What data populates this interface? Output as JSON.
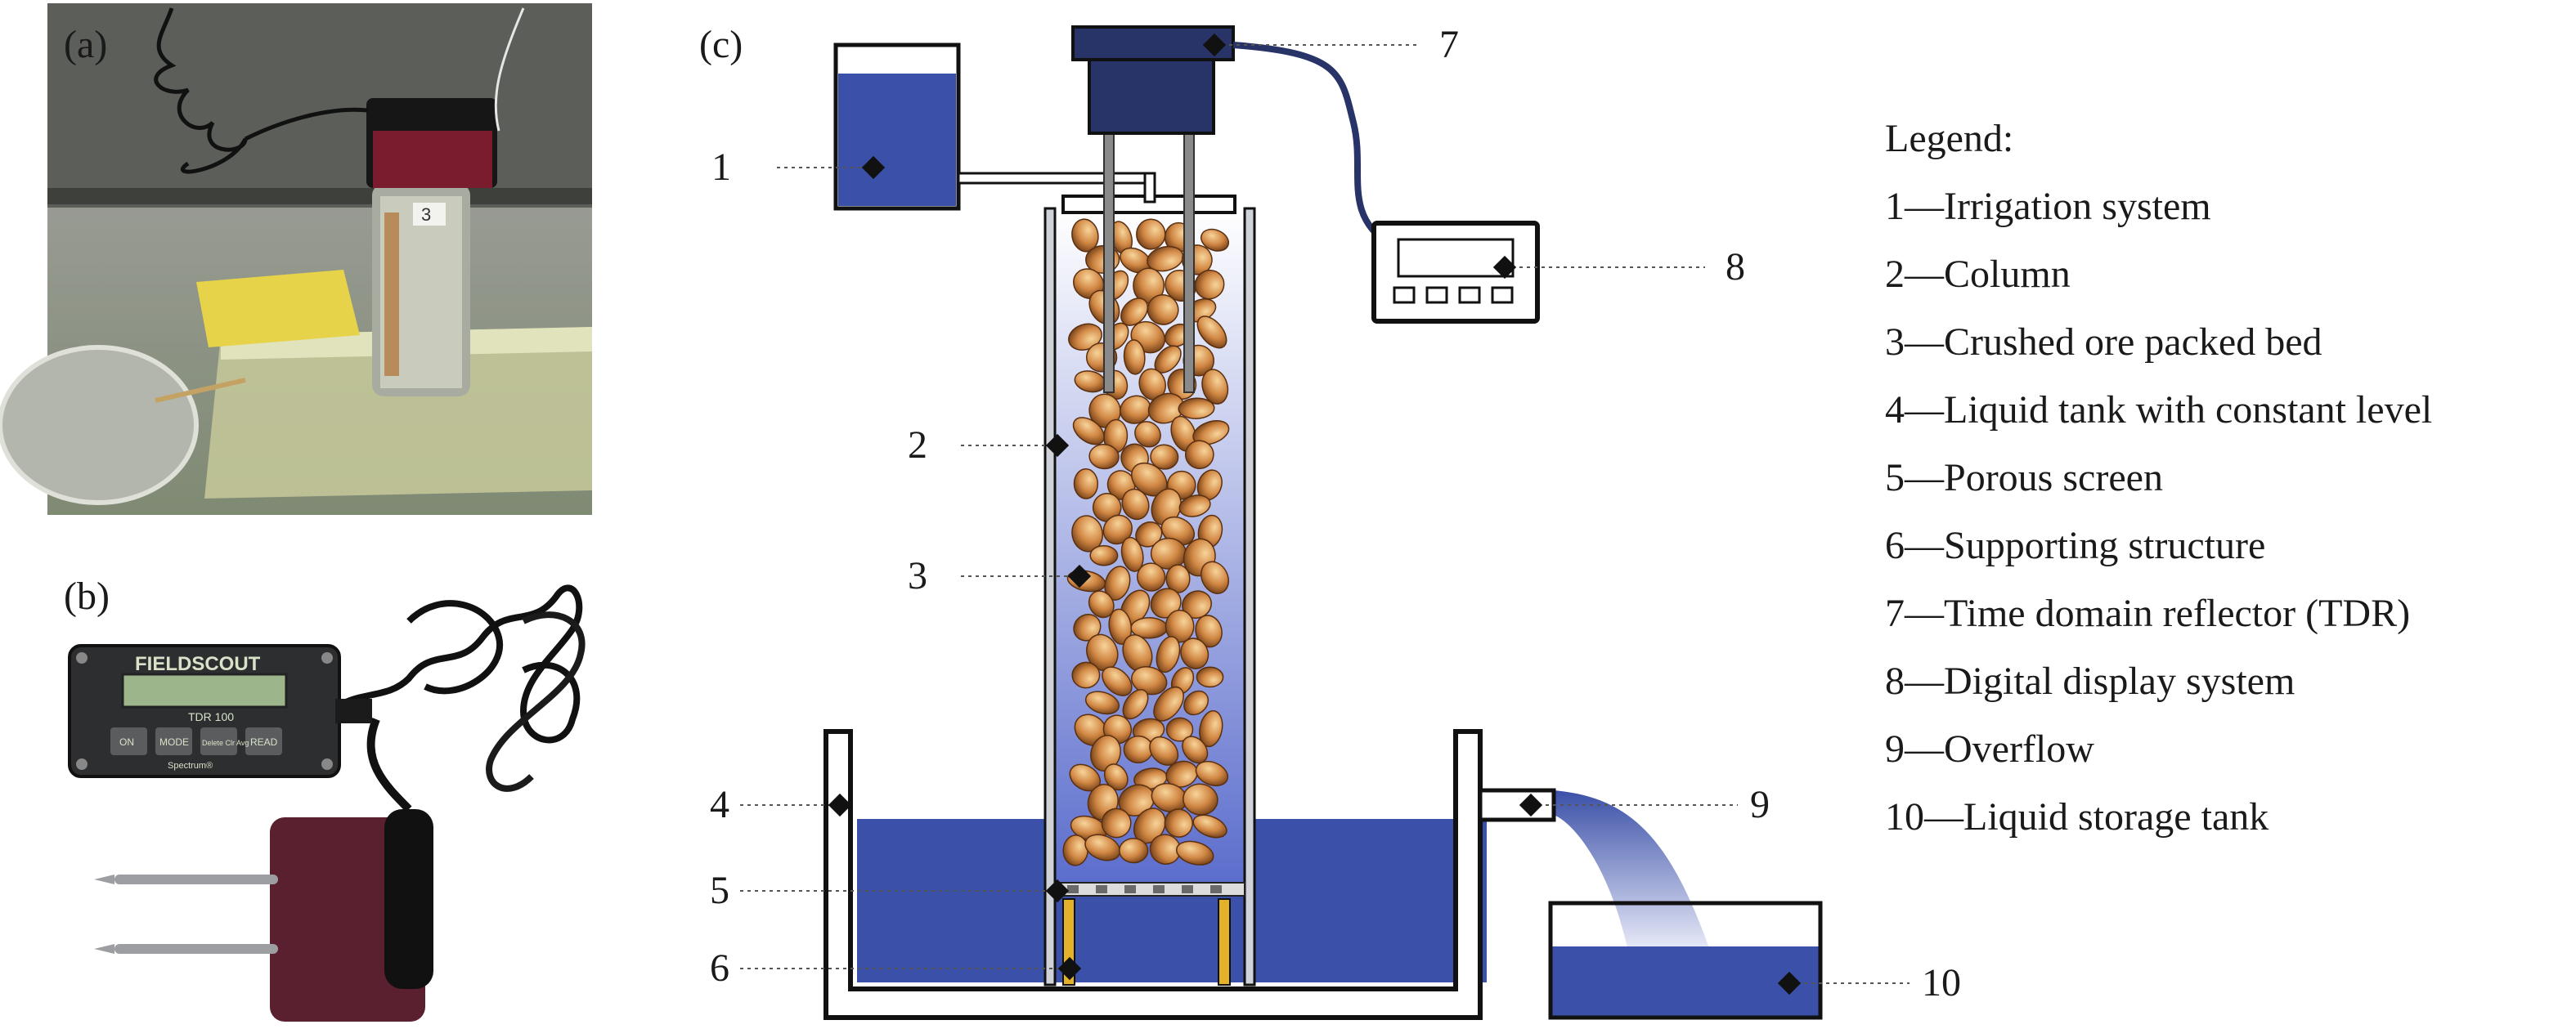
{
  "panels": {
    "a": "(a)",
    "b": "(b)",
    "c": "(c)"
  },
  "device": {
    "brand": "FIELDSCOUT",
    "model": "TDR 100",
    "buttons": [
      "ON",
      "MODE",
      "Delete Clr Avg",
      "READ"
    ],
    "maker": "Spectrum®",
    "sample_label": "3"
  },
  "callouts": [
    "1",
    "2",
    "3",
    "4",
    "5",
    "6",
    "7",
    "8",
    "9",
    "10"
  ],
  "legend": {
    "title": "Legend:",
    "items": [
      "1—Irrigation system",
      "2—Column",
      "3—Crushed ore packed bed",
      "4—Liquid tank with constant level",
      "5—Porous screen",
      "6—Supporting structure",
      "7—Time domain reflector (TDR)",
      "8—Digital display system",
      "9—Overflow",
      "10—Liquid storage tank"
    ]
  },
  "colors": {
    "liquid": "#3b50a8",
    "tdr_body": "#283367",
    "ore": "#c77a3c",
    "support": "#e3b22a"
  }
}
